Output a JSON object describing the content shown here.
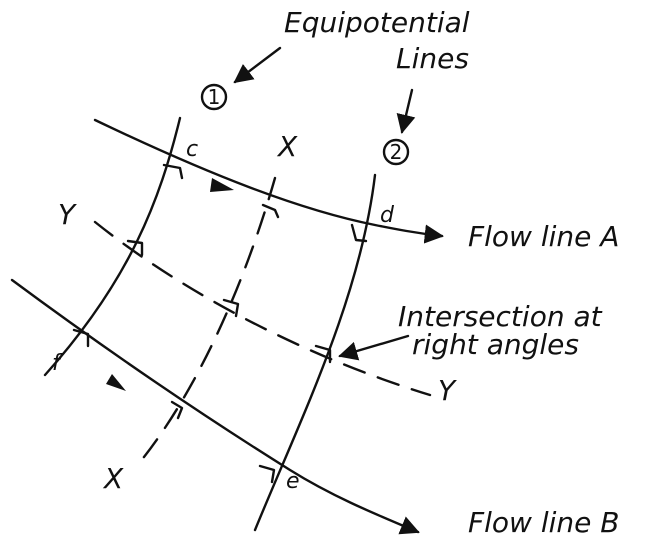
{
  "labels": {
    "equipotential_line1": "Equipotential",
    "equipotential_line2": "Lines",
    "intersection_line1": "Intersection at",
    "intersection_line2": "right angles",
    "flow_a": "Flow line A",
    "flow_b": "Flow line B",
    "axis_x_top": "X",
    "axis_x_bottom": "X",
    "axis_y_left": "Y",
    "axis_y_right": "Y",
    "line_1": "1",
    "line_2": "2",
    "point_c": "c",
    "point_d": "d",
    "point_e": "e",
    "point_f": "f"
  }
}
